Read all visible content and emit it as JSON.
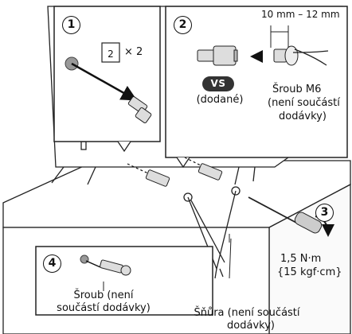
{
  "steps": [
    "1",
    "2",
    "3",
    "4"
  ],
  "step1": {
    "repeat_label": "× 2",
    "ref_step": "2"
  },
  "step2": {
    "dimension_label": "10 mm – 12 mm",
    "supplied_badge": "VS",
    "supplied_label": "(dodané)",
    "screw_label_lines": [
      "Šroub M6",
      "(není součástí",
      "dodávky)"
    ]
  },
  "step3": {
    "torque_lines": [
      "1,5 N·m",
      "{15 kgf·cm}"
    ]
  },
  "step4": {
    "screw_label_lines": [
      "Šroub (není",
      "součástí dodávky)"
    ]
  },
  "cord_label_lines": [
    "Šňůra (není součástí",
    "dodávky)"
  ]
}
